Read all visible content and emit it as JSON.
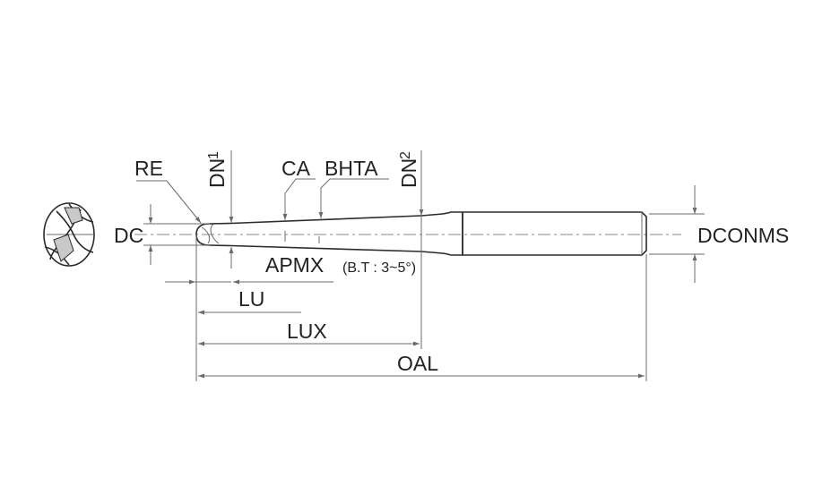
{
  "labels": {
    "re": "RE",
    "dn1_main": "DN",
    "dn1_sub": "1",
    "dn2_main": "DN",
    "dn2_sub": "2",
    "ca": "CA",
    "bhta": "BHTA",
    "dc": "DC",
    "dconms": "DCONMS",
    "apmx": "APMX",
    "bt_note": "(B.T : 3~5°)",
    "lu": "LU",
    "lux": "LUX",
    "oal": "OAL"
  }
}
